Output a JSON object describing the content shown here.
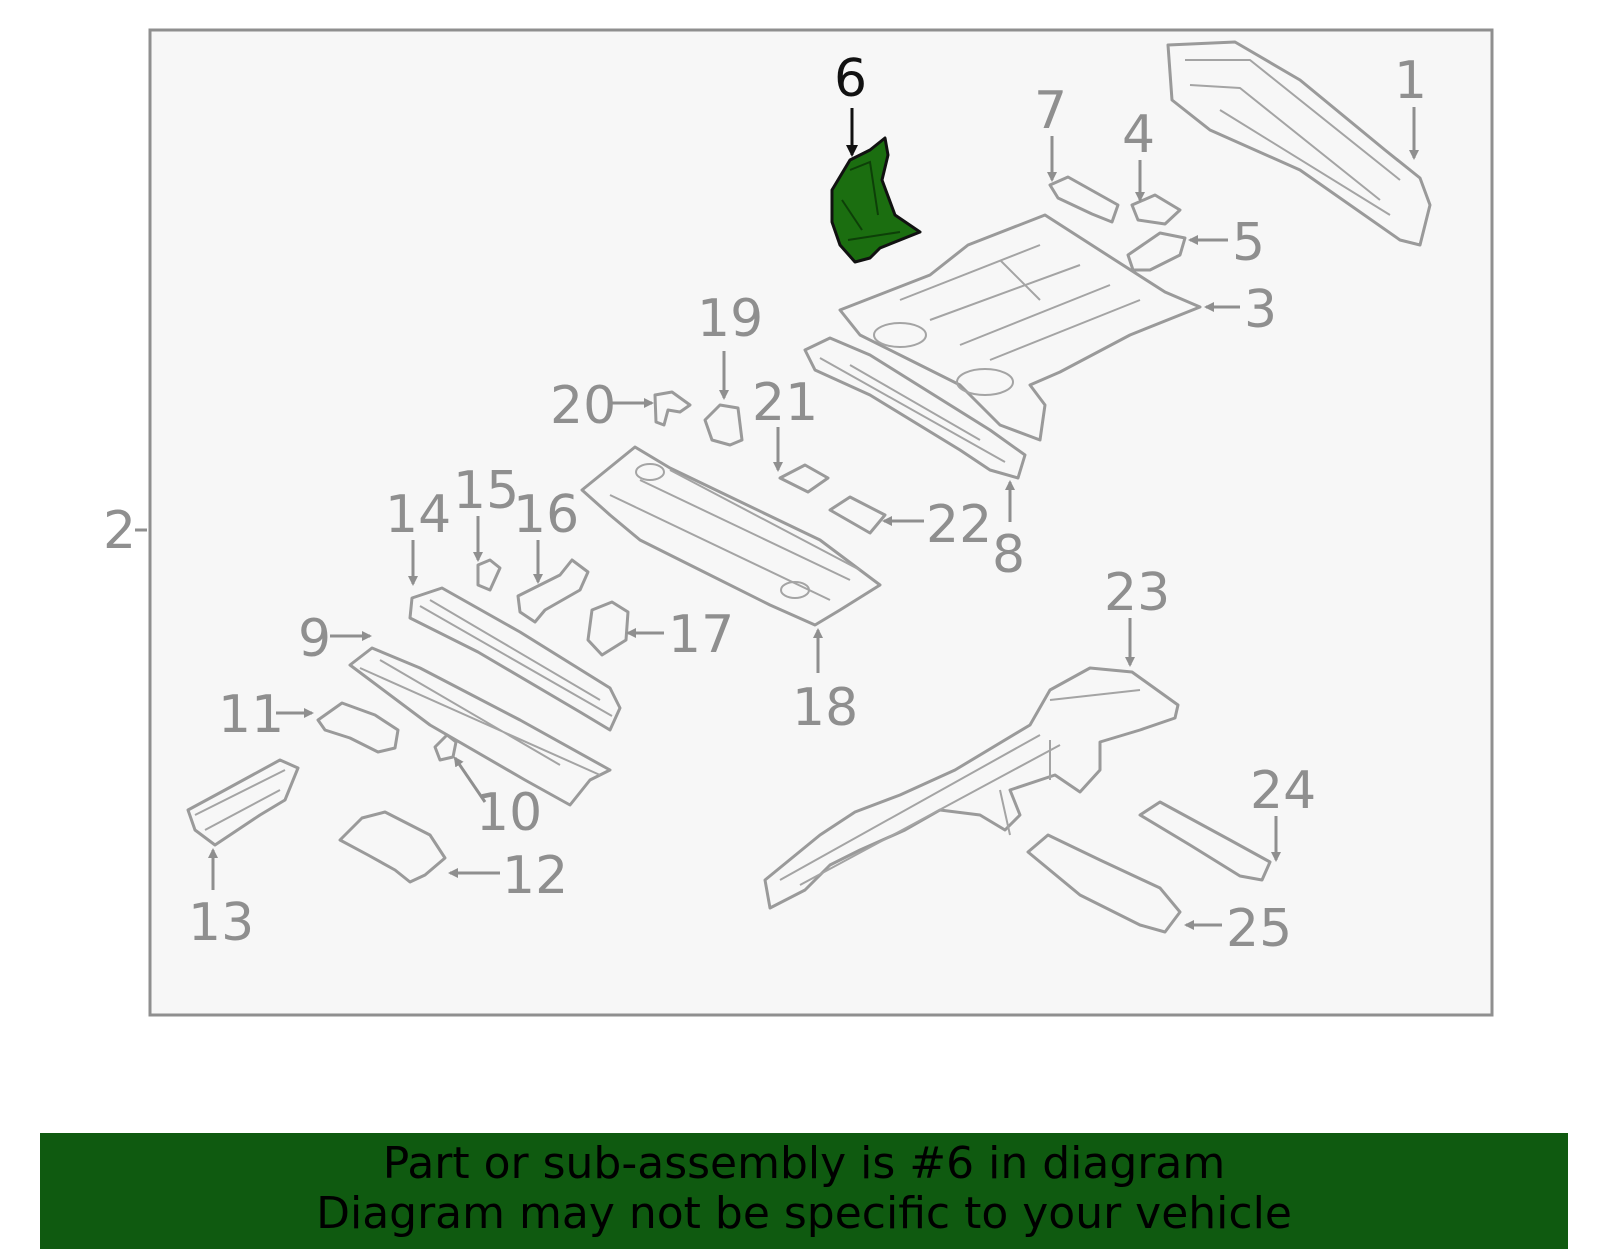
{
  "diagram": {
    "highlight_color": "#1b6e10",
    "banner_color": "#0f5a10",
    "highlighted_part": "6",
    "callouts": [
      "1",
      "2",
      "3",
      "4",
      "5",
      "6",
      "7",
      "8",
      "9",
      "10",
      "11",
      "12",
      "13",
      "14",
      "15",
      "16",
      "17",
      "18",
      "19",
      "20",
      "21",
      "22",
      "23",
      "24",
      "25"
    ]
  },
  "banner": {
    "line1": "Part or sub-assembly is #6 in diagram",
    "line2": "Diagram may not be specific to your vehicle"
  }
}
